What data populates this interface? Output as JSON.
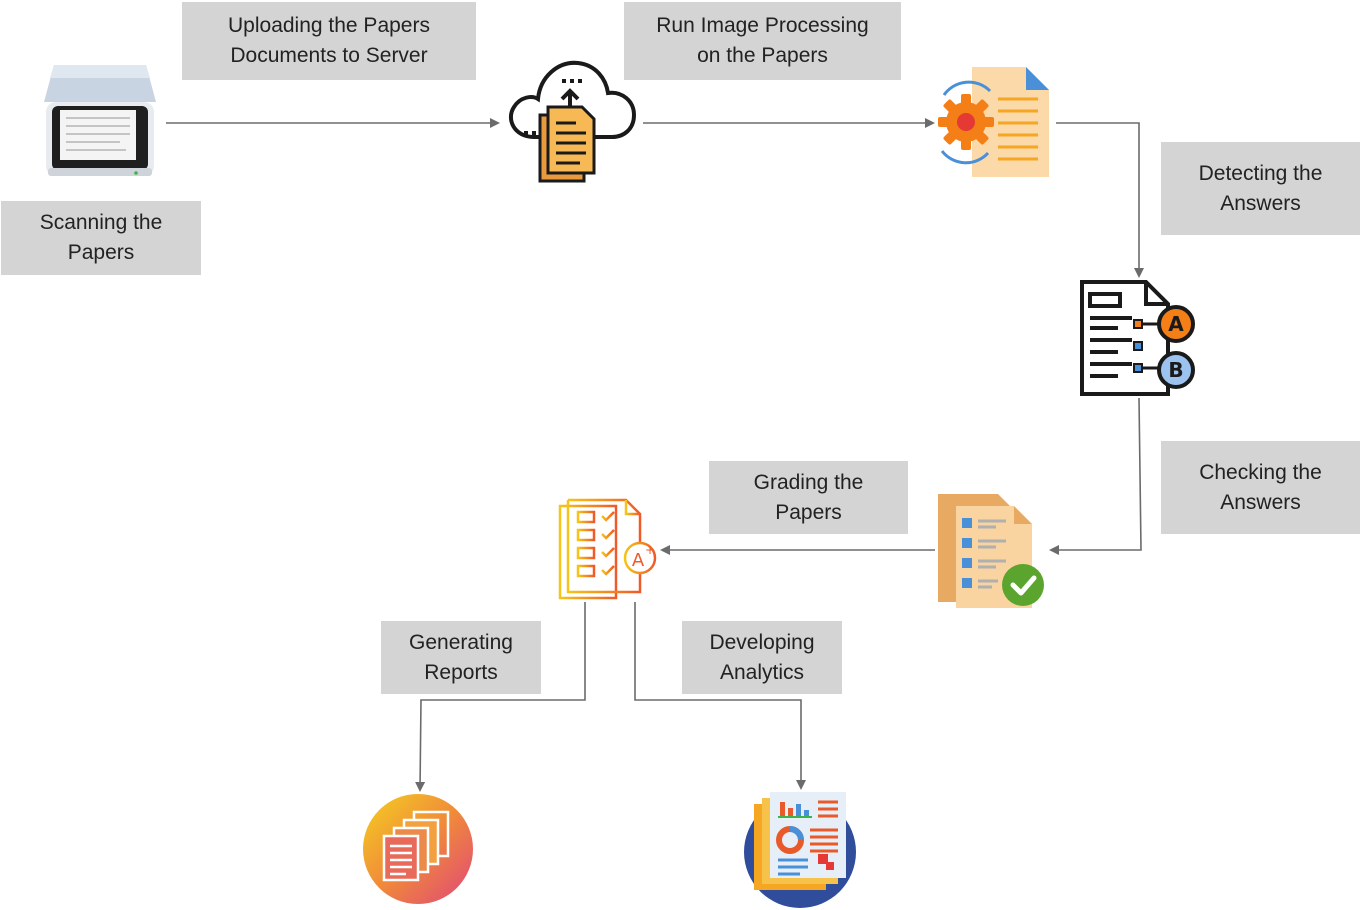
{
  "labels": {
    "scan": "Scanning the\nPapers",
    "upload": "Uploading the Papers\nDocuments to Server",
    "process": "Run Image Processing\non the Papers",
    "detect": "Detecting the\nAnswers",
    "check": "Checking the\nAnswers",
    "grade": "Grading the\nPapers",
    "reports": "Generating\nReports",
    "analytics": "Developing\nAnalytics"
  },
  "icons": {
    "scanner": "scanner-icon",
    "cloud": "cloud-upload-icon",
    "processing": "document-gear-icon",
    "answers": "answer-sheet-ab-icon",
    "checked": "checked-document-icon",
    "graded": "graded-checklist-icon",
    "reports": "report-stack-icon",
    "analytics": "analytics-report-icon"
  },
  "colors": {
    "label_bg": "#d4d4d4",
    "connector": "#6b6b6b",
    "accent_orange": "#f5a623",
    "accent_blue": "#4a90d9",
    "check_green": "#5ba52f"
  }
}
